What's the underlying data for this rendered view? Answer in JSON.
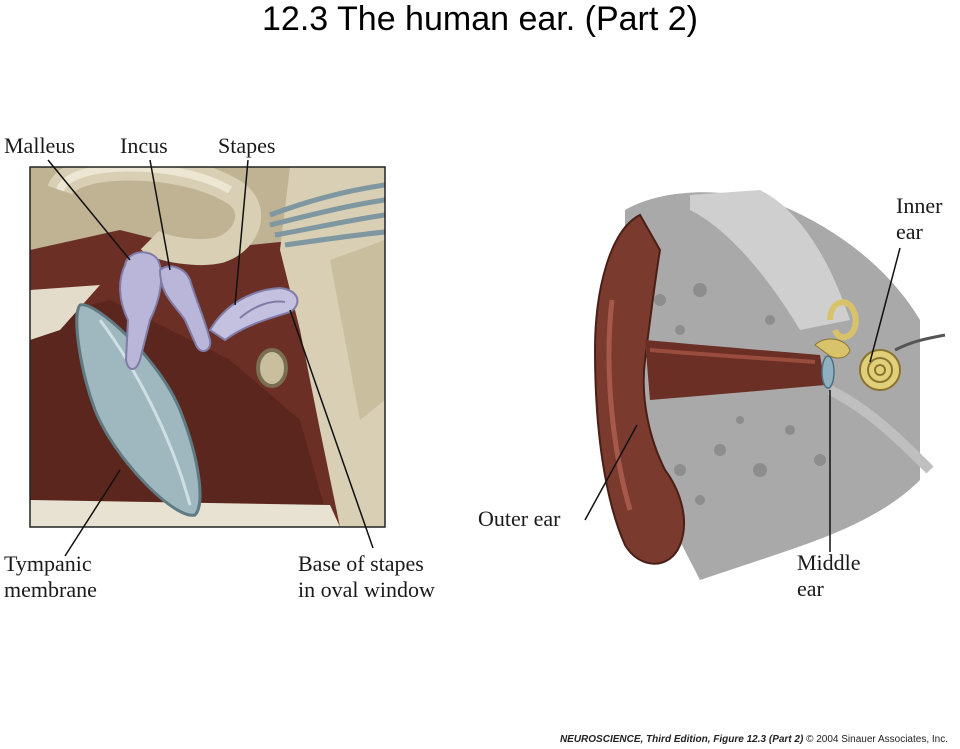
{
  "title": "12.3  The human ear. (Part 2)",
  "labels": {
    "malleus": "Malleus",
    "incus": "Incus",
    "stapes": "Stapes",
    "tympanic_1": "Tympanic",
    "tympanic_2": "membrane",
    "base_1": "Base of stapes",
    "base_2": "in oval window",
    "inner_1": "Inner",
    "inner_2": "ear",
    "outer": "Outer ear",
    "middle_1": "Middle",
    "middle_2": "ear"
  },
  "credit": {
    "book": "NEUROSCIENCE, Third Edition,",
    "figure": "Figure 12.3 (Part 2)",
    "copyright": "© 2004 Sinauer Associates, Inc."
  },
  "colors": {
    "bone": "#d6ccb0",
    "flesh": "#7a3a2e",
    "ossicle": "#b9b6d9",
    "membrane": "#9fb8c0",
    "gray": "#a9a9a9"
  }
}
